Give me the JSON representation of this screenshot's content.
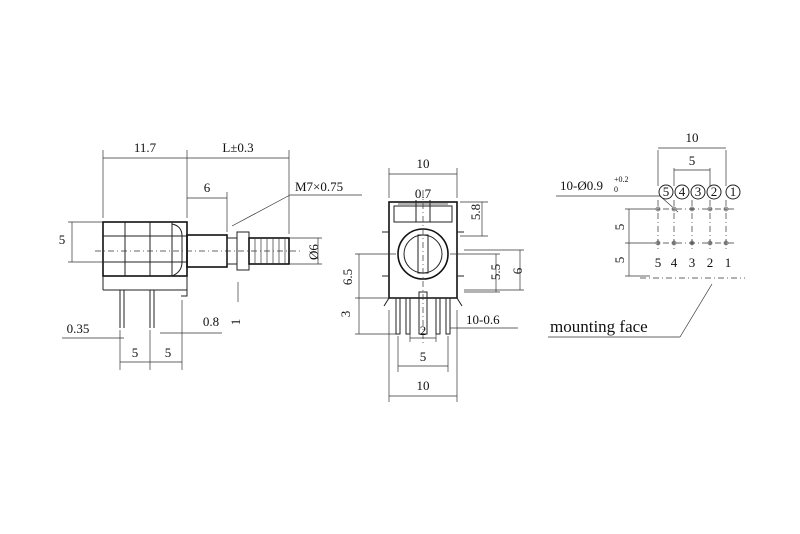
{
  "side_view": {
    "dim_width": "11.7",
    "dim_shaft_length": "L±0.3",
    "dim_shaft_flat": "6",
    "dim_thread": "M7×0.75",
    "dim_height": "5",
    "dim_shaft_dia": "Ø6",
    "dim_pin_thickness": "0.35",
    "dim_offset": "0.8",
    "dim_lead": "1",
    "dim_pitch_a": "5",
    "dim_pitch_b": "5"
  },
  "front_view": {
    "dim_width_top": "10",
    "dim_slot": "0.7",
    "dim_5_8": "5.8",
    "dim_6_5": "6.5",
    "dim_5_5": "5.5",
    "dim_6": "6",
    "dim_3": "3",
    "dim_2": "2",
    "dim_pins": "10-0.6",
    "dim_5": "5",
    "dim_width_bottom": "10"
  },
  "pcb_layout": {
    "dim_total": "10",
    "dim_pitch": "5",
    "hole_spec": "10-Ø0.9",
    "hole_tol_plus": "+0.2",
    "hole_tol_minus": "0",
    "dim_row_a": "5",
    "dim_row_b": "5",
    "pin_circled": [
      "5",
      "4",
      "3",
      "2",
      "1"
    ],
    "pin_labels": [
      "5",
      "4",
      "3",
      "2",
      "1"
    ],
    "mounting_label": "mounting face"
  }
}
